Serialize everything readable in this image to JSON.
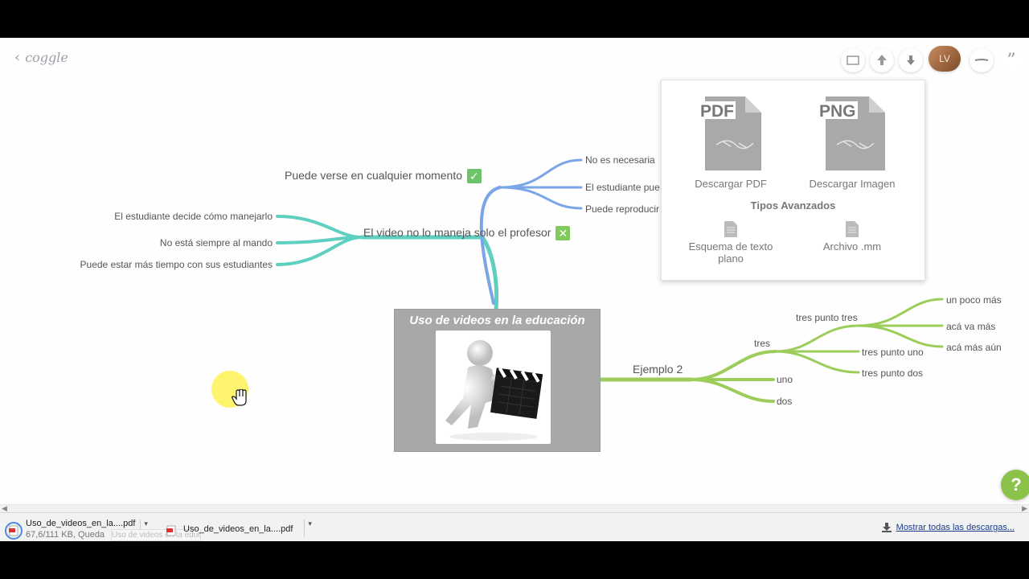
{
  "app": {
    "logo_text": "coggle"
  },
  "toolbar": {
    "present_icon": "present-icon",
    "share_icon": "upload-icon",
    "download_icon": "download-icon",
    "avatar_initials": "LV",
    "collapse_icon": "minus-icon",
    "comments_icon": "quote-icon"
  },
  "root": {
    "title": "Uso de videos en la educación"
  },
  "branches": {
    "top": {
      "label": "El video no lo maneja solo el profesor",
      "children": [
        "El estudiante decide cómo manejarlo",
        "No está siempre al mando",
        "Puede estar más tiempo con sus estudiantes"
      ]
    },
    "upper": {
      "label": "Puede verse en cualquier momento",
      "children": [
        "No es necesaria",
        "El estudiante pue",
        "Puede reproducir"
      ]
    },
    "right": {
      "label": "Ejemplo 2",
      "children": [
        "tres",
        "uno",
        "dos"
      ],
      "tres_children": [
        "tres punto tres",
        "tres punto uno",
        "tres punto dos"
      ],
      "tres_tres_children": [
        "un poco más",
        "acá va más",
        "acá más aún"
      ]
    }
  },
  "download_menu": {
    "pdf_badge": "PDF",
    "pdf_label": "Descargar PDF",
    "png_badge": "PNG",
    "png_label": "Descargar Imagen",
    "advanced_title": "Tipos Avanzados",
    "text_label_line1": "Esquema de texto",
    "text_label_line2": "plano",
    "mm_label": "Archivo .mm"
  },
  "help_button": "?",
  "downloads_bar": {
    "items": [
      {
        "name": "Uso_de_videos_en_la....pdf",
        "status": "67,6/111 KB, Queda",
        "overlay": "Uso de videos en la educación.pdf"
      },
      {
        "name": "Uso_de_videos_en_la....pdf",
        "status": "",
        "overlay": ""
      }
    ],
    "show_all": "Mostrar todas las descargas..."
  },
  "colors": {
    "teal": "#5fd0bf",
    "blue": "#7aa6e8",
    "green": "#9ccc5a",
    "check_green": "#6cc36a",
    "cross_green": "#82c95c"
  }
}
